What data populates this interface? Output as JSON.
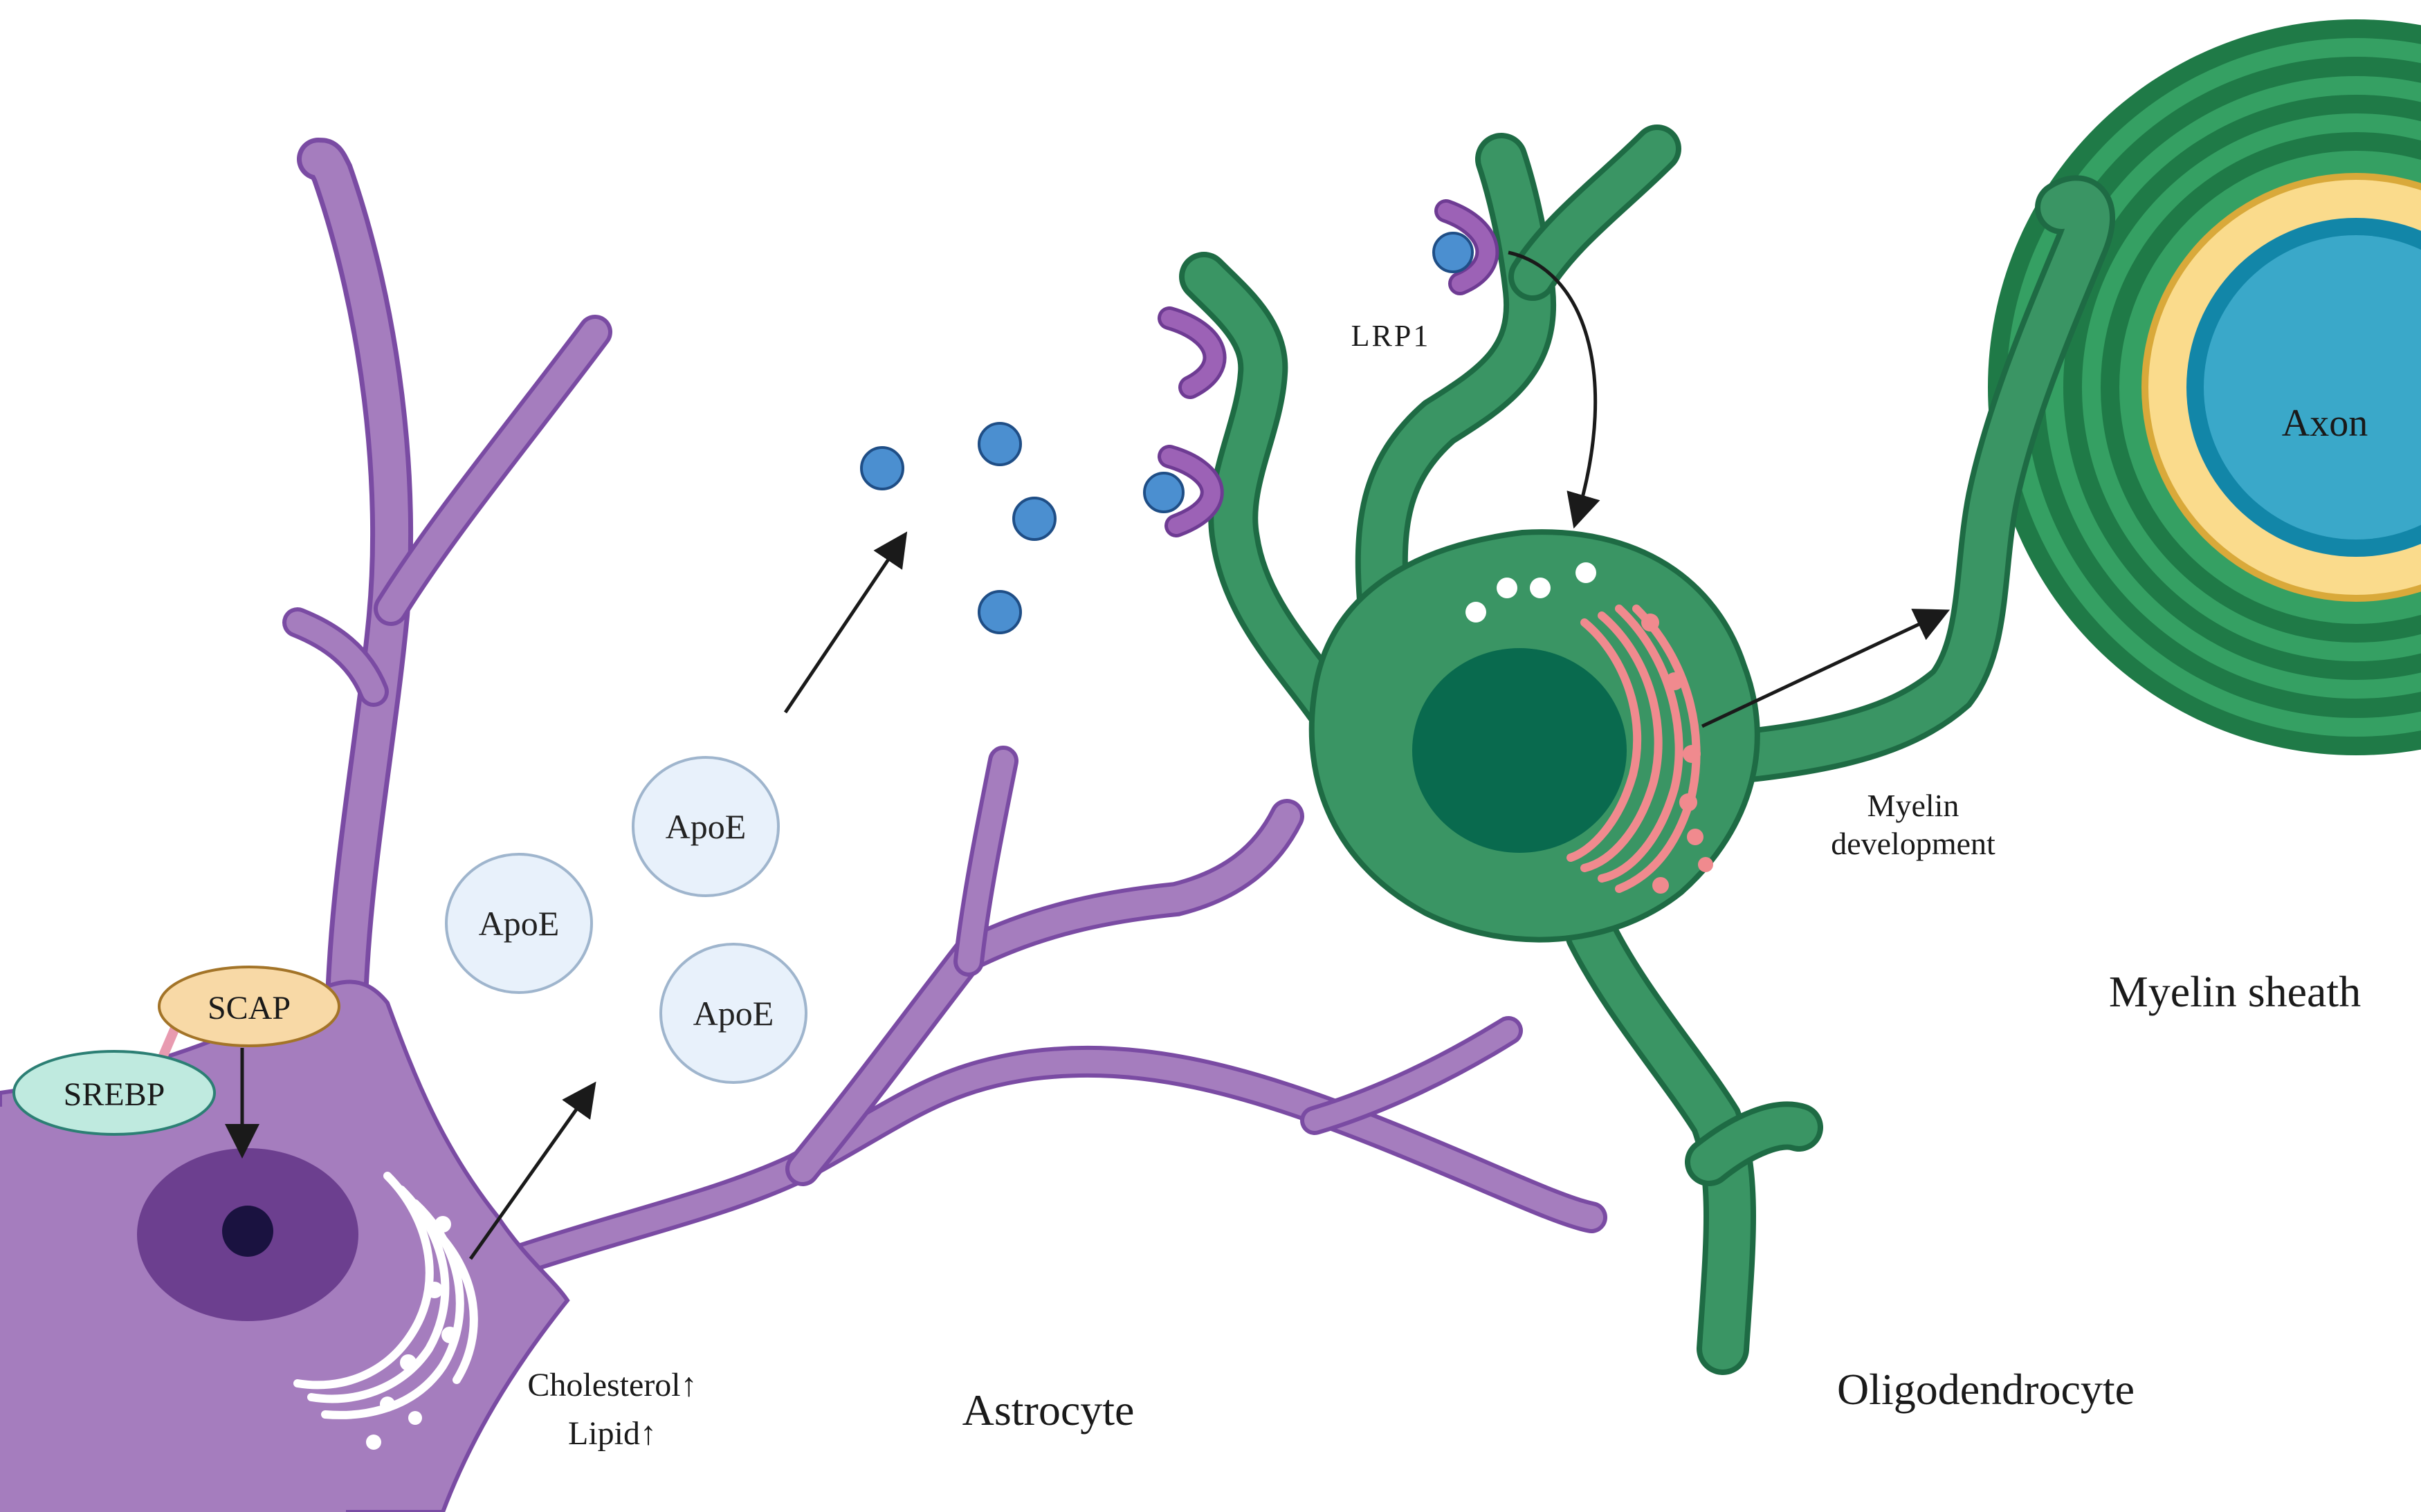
{
  "labels": {
    "scap": "SCAP",
    "srebp": "SREBP",
    "apoe": "ApoE",
    "lrp1": "LRP1",
    "axon": "Axon",
    "myelin_sheath": "Myelin sheath",
    "myelin_development_line1": "Myelin",
    "myelin_development_line2": "development",
    "cholesterol": "Cholesterol↑",
    "lipid": "Lipid↑",
    "astrocyte": "Astrocyte",
    "oligodendrocyte": "Oligodendrocyte"
  },
  "colors": {
    "astrocyte_fill": "#A57DBE",
    "astrocyte_stroke": "#7A4BA3",
    "astro_nucleus": "#6C3F8F",
    "astro_nucleolus": "#1A1240",
    "oligo_fill": "#3A9564",
    "oligo_stroke": "#1E6B44",
    "oligo_nucleus": "#096A4E",
    "myelin_dark": "#1F7A47",
    "myelin_light": "#35A063",
    "yellow_ring": "#FADB8C",
    "axon_outer": "#1286A8",
    "axon_inner": "#3AA8C9",
    "apoe_particle": "#4B8FD0",
    "apoe_bubble": "#E8F1FB",
    "receptor": "#9C62B6",
    "golgi_oligo": "#F08A8E",
    "scap_fill": "#F8D9A6",
    "srebp_fill": "#BFEADF"
  }
}
